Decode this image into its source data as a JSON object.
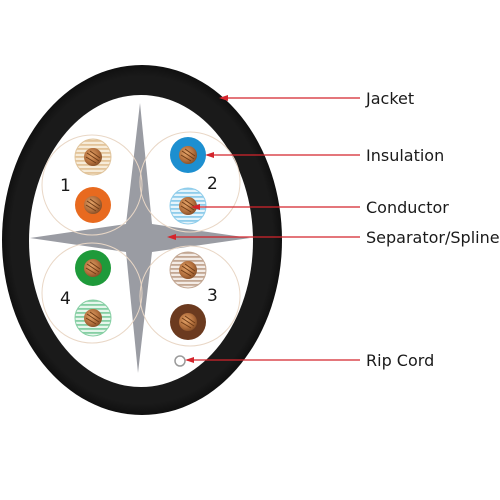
{
  "callouts": {
    "jacket": "Jacket",
    "insulation": "Insulation",
    "conductor": "Conductor",
    "separator": "Separator/Spline",
    "rip_cord": "Rip Cord"
  },
  "pairs": {
    "pair_1": "1",
    "pair_2": "2",
    "pair_3": "3",
    "pair_4": "4"
  },
  "colors": {
    "jacket": "#0d0d0d",
    "separator": "#9a9ca3",
    "leader_line": "#d4242c",
    "conductor_copper": "#b06d3b",
    "blue": "#1d8fd0",
    "orange": "#e86a1f",
    "green": "#1e9a3a",
    "brown": "#6b3a1f",
    "white_stripe_tan": "#e8cfa8",
    "white_stripe_blue": "#a9d8ef",
    "white_stripe_green": "#a8dcc0",
    "white_stripe_brown": "#cdb5a4"
  }
}
